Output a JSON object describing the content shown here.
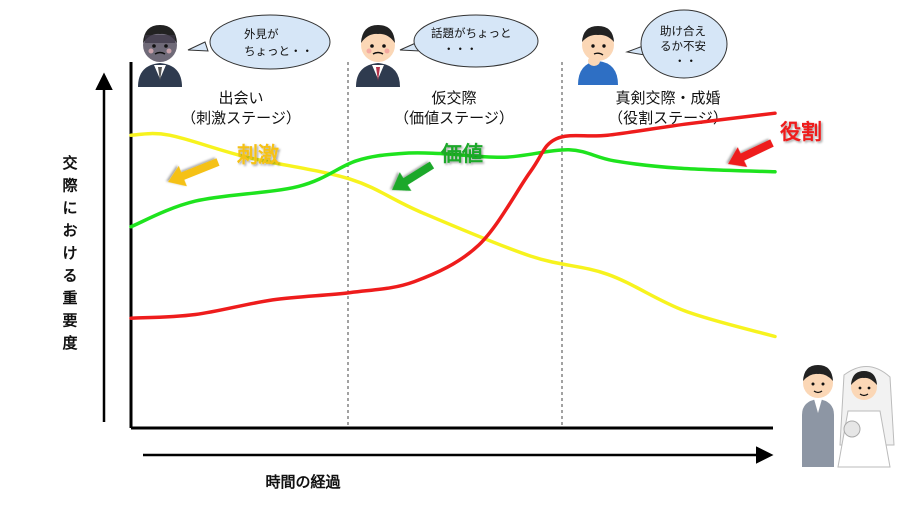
{
  "y_axis_title": "交際における重要度",
  "x_axis_title": "時間の経過",
  "phases": [
    {
      "name": "出会い",
      "sub": "（刺激ステージ）",
      "bubble": [
        "外見が",
        "ちょっと・・"
      ]
    },
    {
      "name": "仮交際",
      "sub": "（価値ステージ）",
      "bubble": [
        "話題がちょっと",
        "・・・"
      ]
    },
    {
      "name": "真剣交際・成婚",
      "sub": "（役割ステージ）",
      "bubble": [
        "助け合え",
        "るか不安",
        "・・"
      ]
    }
  ],
  "curves": [
    {
      "label": "刺激",
      "color": "#f7f31e",
      "label_color": "#f5c116",
      "values": [
        [
          0,
          0.8
        ],
        [
          0.06,
          0.8
        ],
        [
          0.18,
          0.74
        ],
        [
          0.34,
          0.68
        ],
        [
          0.45,
          0.59
        ],
        [
          0.62,
          0.47
        ],
        [
          0.74,
          0.42
        ],
        [
          0.86,
          0.32
        ],
        [
          1.0,
          0.25
        ]
      ]
    },
    {
      "label": "価値",
      "color": "#1ee31e",
      "label_color": "#1fa82b",
      "values": [
        [
          0,
          0.55
        ],
        [
          0.1,
          0.62
        ],
        [
          0.26,
          0.66
        ],
        [
          0.35,
          0.73
        ],
        [
          0.42,
          0.75
        ],
        [
          0.48,
          0.75
        ],
        [
          0.58,
          0.74
        ],
        [
          0.68,
          0.76
        ],
        [
          0.75,
          0.73
        ],
        [
          0.85,
          0.71
        ],
        [
          1.0,
          0.7
        ]
      ]
    },
    {
      "label": "役割",
      "color": "#ee1c1c",
      "label_color": "#ee1c1c",
      "values": [
        [
          0,
          0.3
        ],
        [
          0.1,
          0.31
        ],
        [
          0.22,
          0.35
        ],
        [
          0.34,
          0.37
        ],
        [
          0.44,
          0.4
        ],
        [
          0.54,
          0.5
        ],
        [
          0.62,
          0.7
        ],
        [
          0.66,
          0.79
        ],
        [
          0.74,
          0.8
        ],
        [
          0.86,
          0.83
        ],
        [
          1.0,
          0.86
        ]
      ]
    }
  ],
  "icons": [
    "businessman-icon",
    "businessman-icon",
    "thinking-man-icon",
    "bride-groom-icon"
  ]
}
